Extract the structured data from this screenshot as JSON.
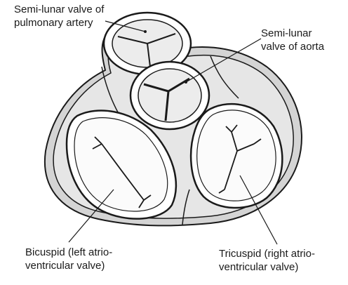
{
  "labels": {
    "pulmonary": {
      "line1": "Semi-lunar valve of",
      "line2": "pulmonary artery"
    },
    "aorta": {
      "line1": "Semi-lunar",
      "line2": "valve of aorta"
    },
    "bicuspid": {
      "line1": "Bicuspid (left atrio-",
      "line2": "ventricular valve)"
    },
    "tricuspid": {
      "line1": "Tricuspid (right atrio-",
      "line2": "ventricular valve)"
    }
  },
  "colors": {
    "ink": "#1a1a1a",
    "fill": "#ffffff",
    "shade": "#d9d9d9"
  }
}
